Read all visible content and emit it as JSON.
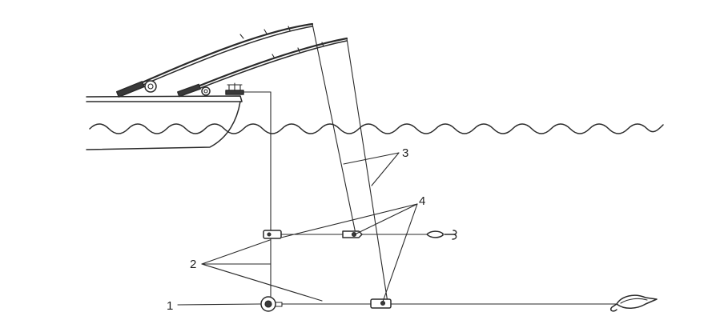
{
  "callouts": {
    "c1": "1",
    "c2": "2",
    "c3": "3",
    "c4": "4"
  },
  "colors": {
    "ink": "#2a2a2a",
    "background": "#ffffff"
  }
}
